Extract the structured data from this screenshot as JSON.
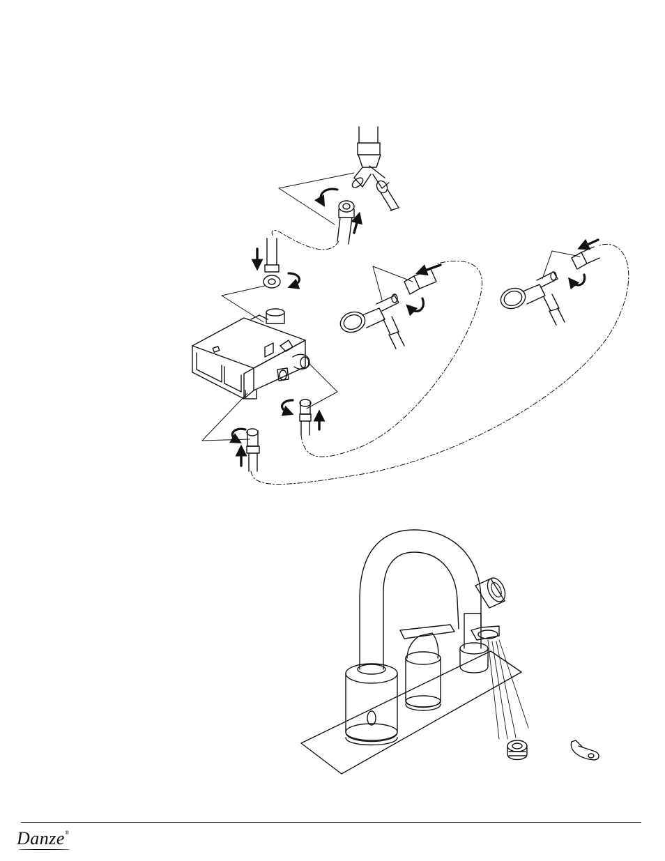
{
  "footer": {
    "brand": "Danze",
    "brand_mark": "®"
  },
  "diagram": {
    "upper_section": "supply-line-connection",
    "lower_section": "faucet-assembly",
    "icons": [
      "control-box-icon",
      "shutoff-valve-icon",
      "tee-fitting-icon",
      "supply-hose-icon",
      "rotation-arrow-icon",
      "direction-arrow-icon",
      "faucet-icon",
      "spray-head-icon",
      "aerator-icon",
      "aerator-key-icon"
    ]
  }
}
